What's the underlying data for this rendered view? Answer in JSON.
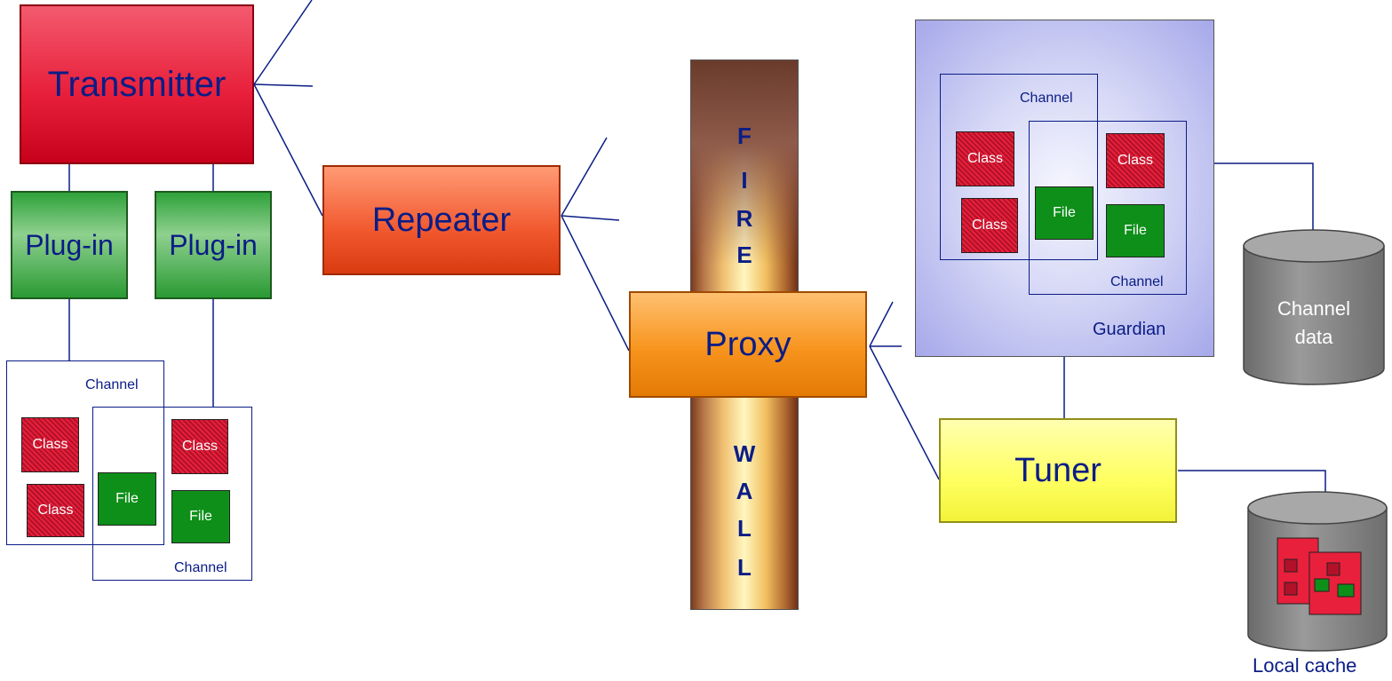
{
  "transmitter": {
    "label": "Transmitter"
  },
  "plugins": [
    {
      "label": "Plug-in"
    },
    {
      "label": "Plug-in"
    }
  ],
  "repeater": {
    "label": "Repeater"
  },
  "firewall": {
    "top_letters": [
      "F",
      "I",
      "R",
      "E"
    ],
    "bottom_letters": [
      "W",
      "A",
      "L",
      "L"
    ]
  },
  "proxy": {
    "label": "Proxy"
  },
  "tuner": {
    "label": "Tuner"
  },
  "guardian": {
    "label": "Guardian"
  },
  "left_channels": {
    "channel_a": "Channel",
    "channel_b": "Channel",
    "items": [
      "Class",
      "Class",
      "Class",
      "File",
      "File"
    ]
  },
  "right_channels": {
    "channel_a": "Channel",
    "channel_b": "Channel",
    "items": [
      "Class",
      "Class",
      "Class",
      "File",
      "File"
    ]
  },
  "channel_data": {
    "line1": "Channel",
    "line2": "data"
  },
  "local_cache": {
    "label": "Local cache"
  },
  "colors": {
    "line": "#0a1c86",
    "text": "#0a1c86",
    "class_red": "#e8203b",
    "file_green": "#0e8f1a"
  }
}
